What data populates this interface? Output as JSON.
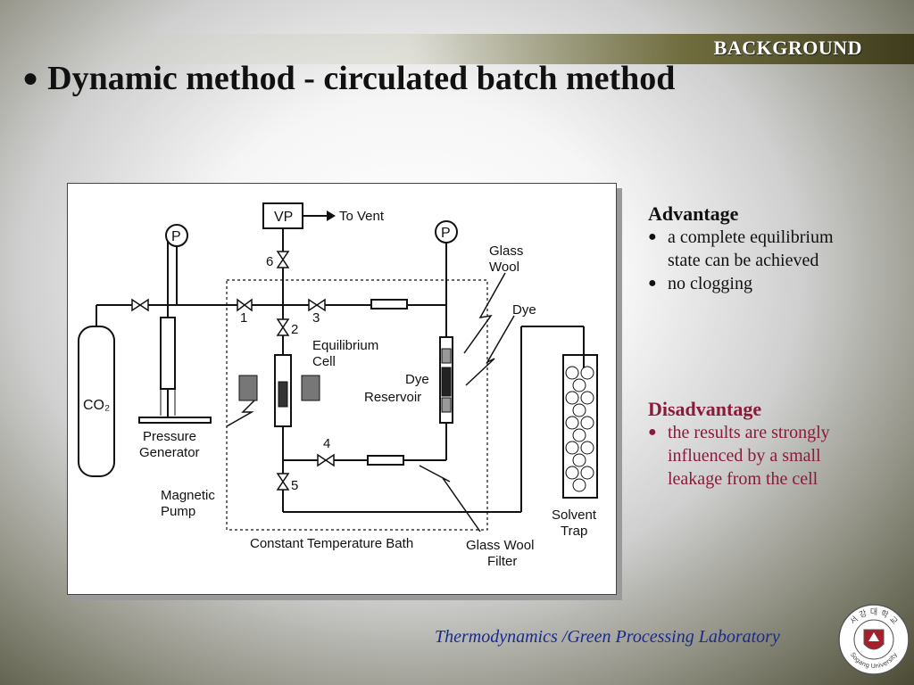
{
  "header": {
    "section": "BACKGROUND"
  },
  "slide": {
    "bullet": "●",
    "title": "Dynamic method - circulated batch method"
  },
  "diagram": {
    "vp": "VP",
    "to_vent": "To Vent",
    "p": "P",
    "valve_1": "1",
    "valve_2": "2",
    "valve_3": "3",
    "valve_4": "4",
    "valve_5": "5",
    "valve_6": "6",
    "co2": "CO₂",
    "pressure_generator": [
      "Pressure",
      "Generator"
    ],
    "equilibrium_cell": [
      "Equilibrium",
      "Cell"
    ],
    "dye_reservoir": [
      "Dye",
      "Reservoir"
    ],
    "glass_wool": [
      "Glass",
      "Wool"
    ],
    "dye": "Dye",
    "magnetic_pump": [
      "Magnetic",
      "Pump"
    ],
    "constant_temperature_bath": "Constant Temperature Bath",
    "glass_wool_filter": [
      "Glass Wool",
      "Filter"
    ],
    "solvent_trap": [
      "Solvent",
      "Trap"
    ]
  },
  "advantage": {
    "heading": "Advantage",
    "items": [
      [
        "a complete equilibrium",
        "state can be achieved"
      ],
      [
        "no clogging"
      ]
    ]
  },
  "disadvantage": {
    "heading": "Disadvantage",
    "items": [
      [
        "the results are strongly",
        "influenced  by a small",
        "leakage from the cell"
      ]
    ]
  },
  "footer": {
    "lab": "Thermodynamics /Green Processing Laboratory"
  },
  "seal": {
    "top_text": "서 강 대 학 교",
    "bottom_text": "Sogang University"
  },
  "colors": {
    "disadvantage": "#8b1a3a",
    "footer": "#1a2a8c"
  }
}
